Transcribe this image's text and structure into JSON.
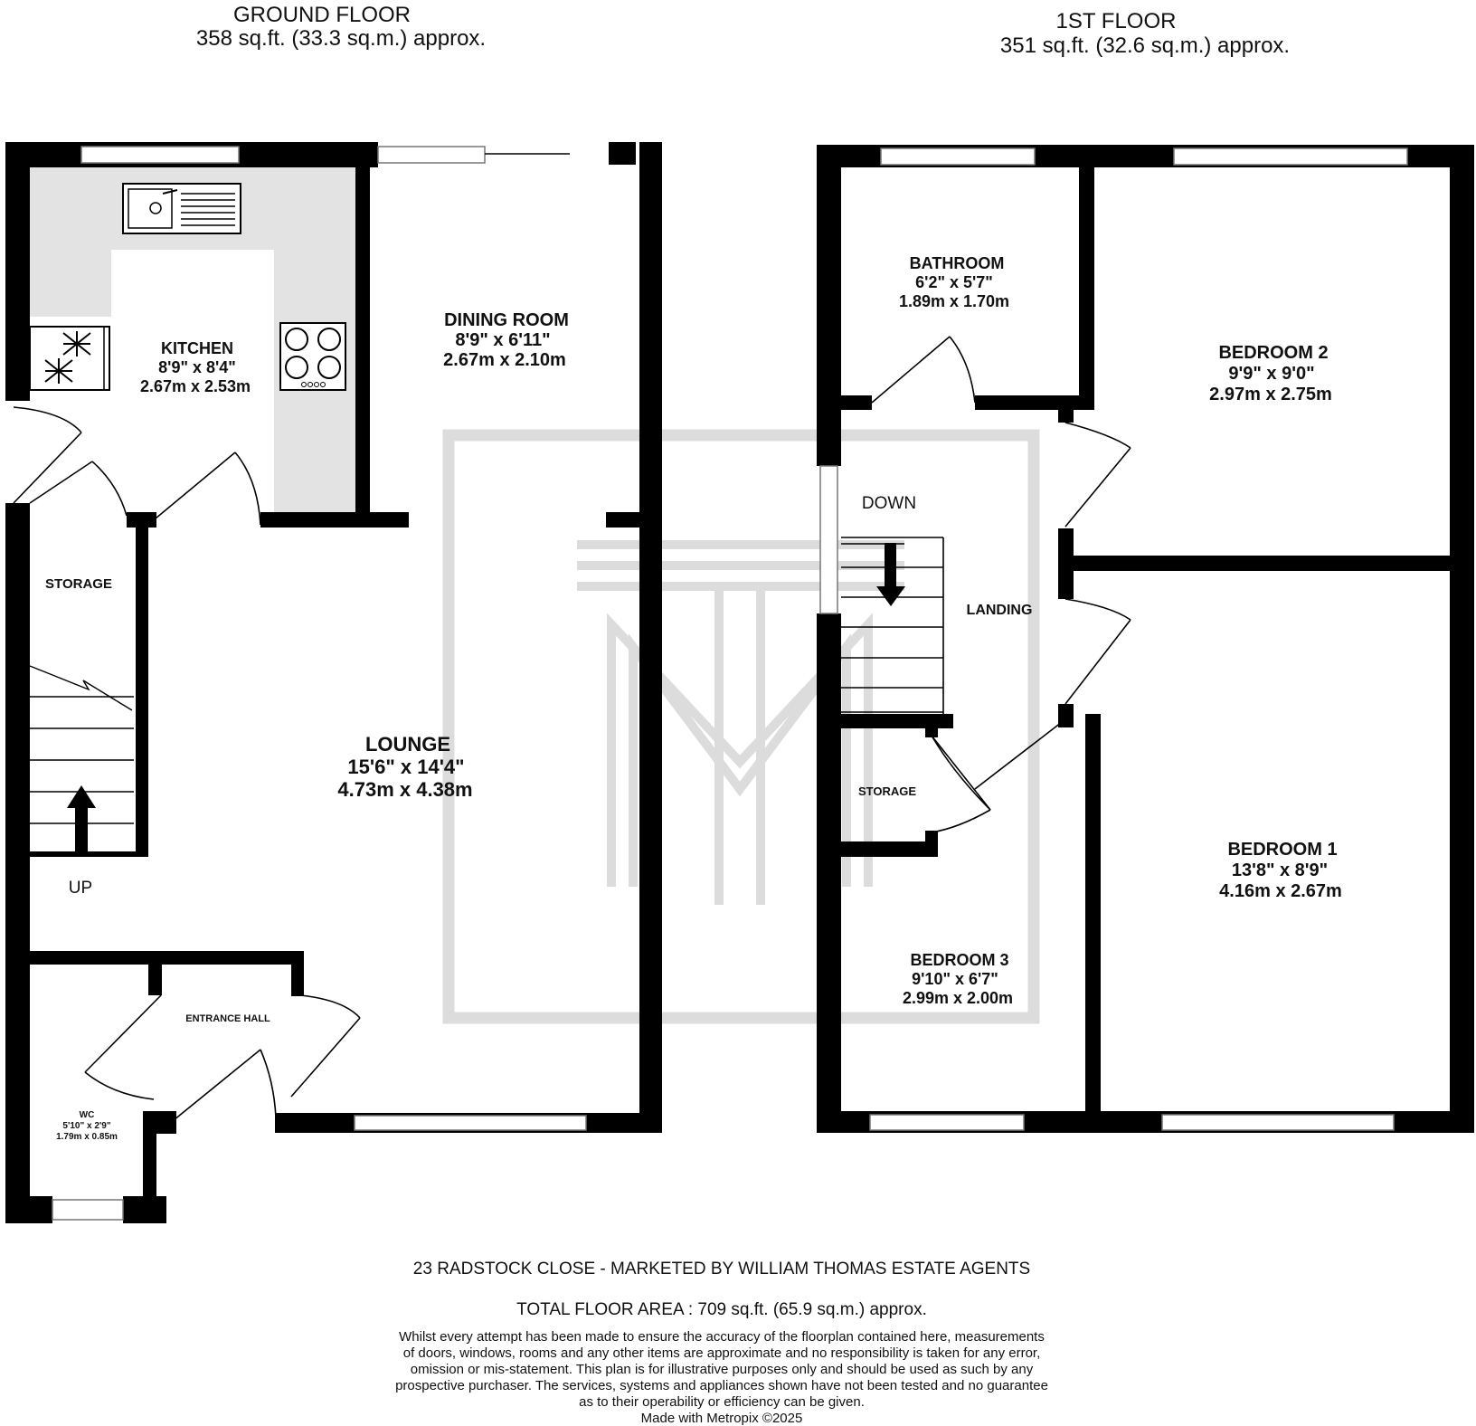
{
  "floors": {
    "ground": {
      "title": "GROUND FLOOR",
      "area": "358 sq.ft. (33.3 sq.m.) approx."
    },
    "first": {
      "title": "1ST FLOOR",
      "area": "351 sq.ft. (32.6 sq.m.) approx."
    }
  },
  "rooms": {
    "kitchen": {
      "name": "KITCHEN",
      "imperial": "8'9\"  x 8'4\"",
      "metric": "2.67m  x 2.53m"
    },
    "dining": {
      "name": "DINING ROOM",
      "imperial": "8'9\"  x 6'11\"",
      "metric": "2.67m  x 2.10m"
    },
    "lounge": {
      "name": "LOUNGE",
      "imperial": "15'6\"  x 14'4\"",
      "metric": "4.73m  x 4.38m"
    },
    "storage_ground": {
      "name": "STORAGE"
    },
    "entrance": {
      "name": "ENTRANCE HALL"
    },
    "wc": {
      "name": "WC",
      "imperial": "5'10\"  x 2'9\"",
      "metric": "1.79m  x 0.85m"
    },
    "bathroom": {
      "name": "BATHROOM",
      "imperial": "6'2\"  x 5'7\"",
      "metric": "1.89m  x 1.70m"
    },
    "bedroom2": {
      "name": "BEDROOM 2",
      "imperial": "9'9\"  x 9'0\"",
      "metric": "2.97m  x 2.75m"
    },
    "landing": {
      "name": "LANDING"
    },
    "storage_first": {
      "name": "STORAGE"
    },
    "bedroom1": {
      "name": "BEDROOM 1",
      "imperial": "13'8\"  x 8'9\"",
      "metric": "4.16m  x 2.67m"
    },
    "bedroom3": {
      "name": "BEDROOM 3",
      "imperial": "9'10\"  x 6'7\"",
      "metric": "2.99m  x 2.00m"
    }
  },
  "stairs": {
    "up_label": "UP",
    "down_label": "DOWN"
  },
  "footer": {
    "address": "23 RADSTOCK CLOSE - MARKETED BY WILLIAM THOMAS ESTATE AGENTS",
    "total": "TOTAL FLOOR AREA : 709 sq.ft. (65.9 sq.m.) approx.",
    "disclaimer": [
      "Whilst every attempt has been made to ensure the accuracy of the floorplan contained here, measurements",
      "of doors, windows, rooms and any other items are approximate and no responsibility is taken for any error,",
      "omission or mis-statement. This plan is for illustrative purposes only and should be used as such by any",
      "prospective purchaser. The services, systems and appliances shown have not been tested and no guarantee",
      "as to their operability or efficiency can be given."
    ],
    "credit": "Made with Metropix ©2025"
  },
  "colors": {
    "wall": "#000000",
    "kitchen_fill": "#e3e3e3",
    "watermark": "#dcdcdc"
  }
}
